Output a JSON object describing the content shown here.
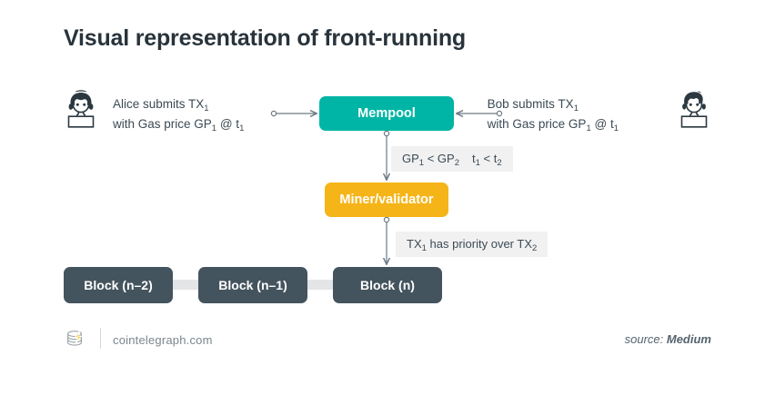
{
  "title": "Visual representation of front-running",
  "parties": {
    "alice": {
      "avatar_icon": "female-avatar-icon",
      "line1_pre": "Alice submits TX",
      "line1_sub": "1",
      "line2_pre": "with Gas price GP",
      "line2_sub": "1",
      "line2_mid": " @ t",
      "line2_sub2": "1"
    },
    "bob": {
      "avatar_icon": "male-avatar-icon",
      "line1_pre": "Bob submits TX",
      "line1_sub": "1",
      "line2_pre": "with Gas price GP",
      "line2_sub": "1",
      "line2_mid": " @ t",
      "line2_sub2": "1"
    }
  },
  "nodes": {
    "mempool": {
      "label": "Mempool",
      "color": "#00b5a5"
    },
    "miner": {
      "label": "Miner/validator",
      "color": "#f5b417"
    }
  },
  "annotations": {
    "gas": {
      "gp_left": "GP",
      "gp_left_sub": "1",
      "op1": " < GP",
      "gp_right_sub": "2",
      "t_left": "t",
      "t_left_sub": "1",
      "op2": " < t",
      "t_right_sub": "2"
    },
    "priority": {
      "pre": "TX",
      "sub1": "1",
      "mid": " has priority over TX",
      "sub2": "2"
    }
  },
  "blocks": [
    {
      "label": "Block (n–2)"
    },
    {
      "label": "Block (n–1)"
    },
    {
      "label": "Block (n)"
    }
  ],
  "block_color": "#44545e",
  "footer": {
    "logo_icon": "cointelegraph-logo-icon",
    "site": "cointelegraph.com",
    "source_prefix": "source: ",
    "source_name": "Medium"
  }
}
